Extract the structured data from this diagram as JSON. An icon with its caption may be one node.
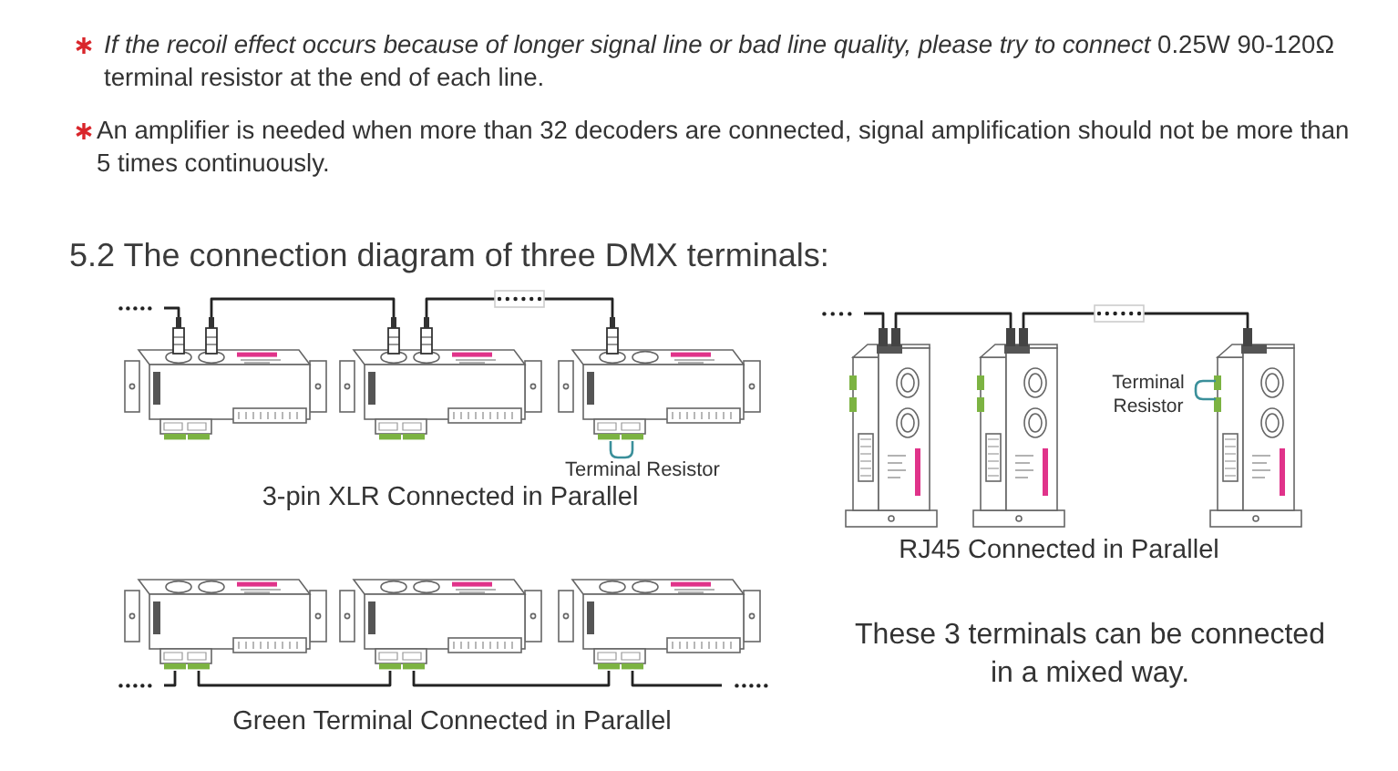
{
  "diagram": {
    "title": "5.2 The connection diagram of three DMX terminals:",
    "nodes": [
      {
        "text": [],
        "shape": "picture"
      },
      {
        "text": [],
        "shape": "picture"
      },
      {
        "text": [],
        "shape": "picture"
      },
      {
        "text": [],
        "shape": "picture"
      },
      {
        "text": [],
        "shape": "picture"
      },
      {
        "text": [],
        "shape": "picture"
      },
      {
        "text": [],
        "shape": "picture"
      },
      {
        "text": [],
        "shape": "picture"
      },
      {
        "text": [],
        "shape": "picture"
      }
    ],
    "edges": [
      {
        "from": null,
        "to": 0,
        "arrow": "none"
      },
      {
        "from": 0,
        "to": 1,
        "arrow": "none"
      },
      {
        "from": 1,
        "to": 2,
        "arrow": "none"
      },
      {
        "from": null,
        "to": 3,
        "arrow": "none"
      },
      {
        "from": 3,
        "to": 4,
        "arrow": "none"
      },
      {
        "from": 4,
        "to": 5,
        "arrow": "none"
      },
      {
        "from": null,
        "to": 6,
        "arrow": "none"
      },
      {
        "from": 6,
        "to": 7,
        "arrow": "none"
      },
      {
        "from": 7,
        "to": 8,
        "arrow": "none"
      },
      {
        "from": 8,
        "to": null,
        "arrow": "none"
      }
    ],
    "labels": [
      "*If the recoil effect occurs because of longer signal line or bad line quality, please try to connect* 0.25W 90-120Ω terminal resistor at the end of each line.",
      "An amplifier is needed when more than 32 decoders are connected, signal amplification should not be more than 5 times continuously.",
      "Terminal Resistor",
      "3-pin XLR Connected in Parallel",
      "Terminal Resistor",
      "RJ45 Connected in Parallel",
      "These 3 terminals can be connected in a mixed way.",
      "Green Terminal Connected in Parallel"
    ]
  }
}
